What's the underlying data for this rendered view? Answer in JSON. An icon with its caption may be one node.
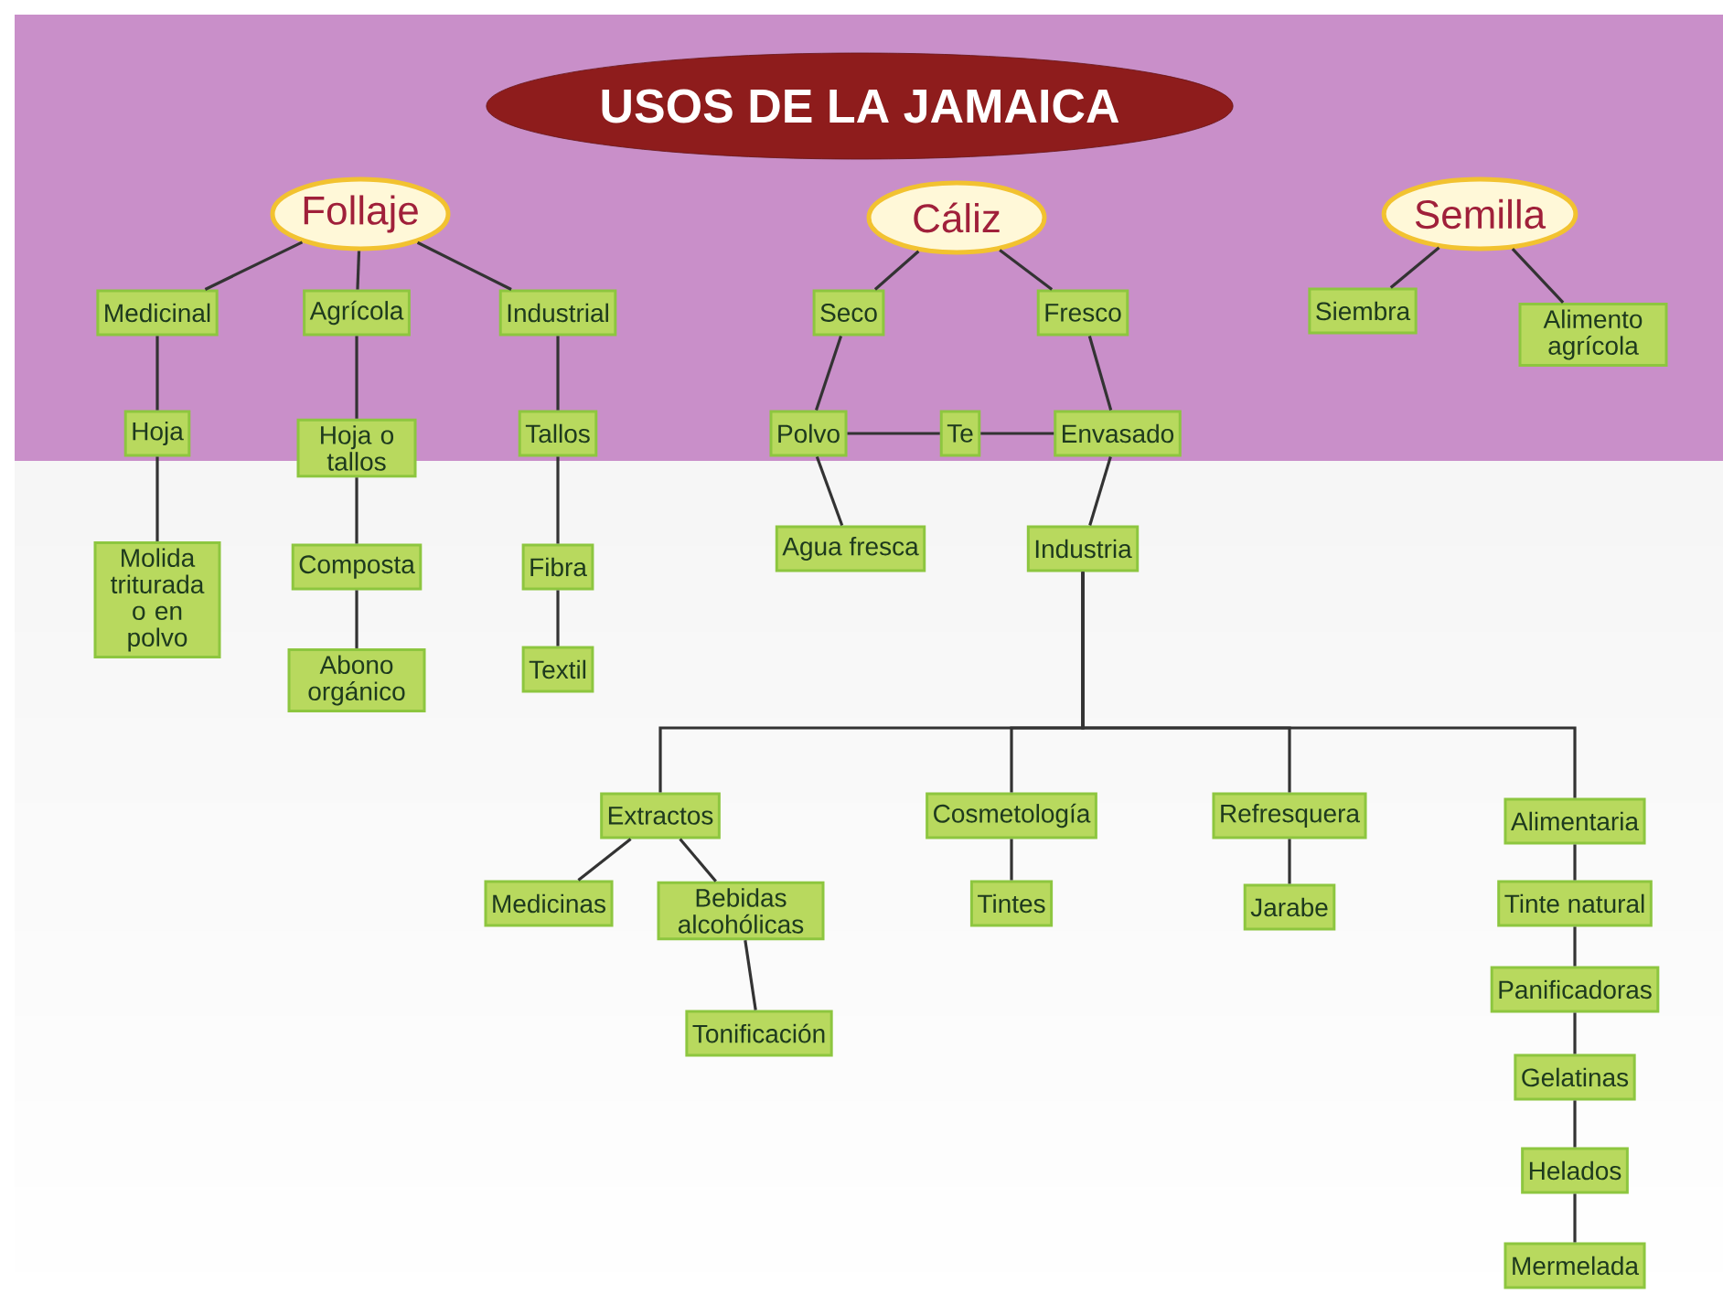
{
  "diagram": {
    "title": "USOS DE LA JAMAICA",
    "nodes": [
      {
        "text": [
          "Follaje"
        ]
      },
      {
        "text": [
          "Medicinal"
        ]
      },
      {
        "text": [
          "Agrícola"
        ]
      },
      {
        "text": [
          "Industrial"
        ]
      },
      {
        "text": [
          "Hoja"
        ]
      },
      {
        "text": [
          "Hoja o tallos"
        ]
      },
      {
        "text": [
          "Tallos"
        ]
      },
      {
        "text": [
          "Molida triturada o en polvo"
        ]
      },
      {
        "text": [
          "Composta"
        ]
      },
      {
        "text": [
          "Fibra"
        ]
      },
      {
        "text": [
          "Abono orgánico"
        ]
      },
      {
        "text": [
          "Textil"
        ]
      },
      {
        "text": [
          "Cáliz"
        ]
      },
      {
        "text": [
          "Seco"
        ]
      },
      {
        "text": [
          "Fresco"
        ]
      },
      {
        "text": [
          "Polvo"
        ]
      },
      {
        "text": [
          "Te"
        ]
      },
      {
        "text": [
          "Envasado"
        ]
      },
      {
        "text": [
          "Agua fresca"
        ]
      },
      {
        "text": [
          "Industria"
        ]
      },
      {
        "text": [
          "Extractos"
        ]
      },
      {
        "text": [
          "Cosmetología"
        ]
      },
      {
        "text": [
          "Refresquera"
        ]
      },
      {
        "text": [
          "Alimentaria"
        ]
      },
      {
        "text": [
          "Medicinas"
        ]
      },
      {
        "text": [
          "Bebidas alcohólicas"
        ]
      },
      {
        "text": [
          "Tonificación"
        ]
      },
      {
        "text": [
          "Tintes"
        ]
      },
      {
        "text": [
          "Jarabe"
        ]
      },
      {
        "text": [
          "Tinte natural"
        ]
      },
      {
        "text": [
          "Panificadoras"
        ]
      },
      {
        "text": [
          "Gelatinas"
        ]
      },
      {
        "text": [
          "Helados"
        ]
      },
      {
        "text": [
          "Mermelada"
        ]
      },
      {
        "text": [
          "Semilla"
        ]
      },
      {
        "text": [
          "Siembra"
        ]
      },
      {
        "text": [
          "Alimento agrícola"
        ]
      }
    ],
    "edges": [
      {
        "from": 0,
        "to": 1,
        "arrow": "none"
      },
      {
        "from": 0,
        "to": 2,
        "arrow": "none"
      },
      {
        "from": 0,
        "to": 3,
        "arrow": "none"
      },
      {
        "from": 1,
        "to": 4,
        "arrow": "none"
      },
      {
        "from": 4,
        "to": 7,
        "arrow": "none"
      },
      {
        "from": 2,
        "to": 5,
        "arrow": "none"
      },
      {
        "from": 5,
        "to": 8,
        "arrow": "none"
      },
      {
        "from": 8,
        "to": 10,
        "arrow": "none"
      },
      {
        "from": 3,
        "to": 6,
        "arrow": "none"
      },
      {
        "from": 6,
        "to": 9,
        "arrow": "none"
      },
      {
        "from": 9,
        "to": 11,
        "arrow": "none"
      },
      {
        "from": 12,
        "to": 13,
        "arrow": "none"
      },
      {
        "from": 12,
        "to": 14,
        "arrow": "none"
      },
      {
        "from": 13,
        "to": 15,
        "arrow": "none"
      },
      {
        "from": 15,
        "to": 16,
        "arrow": "none"
      },
      {
        "from": 16,
        "to": 17,
        "arrow": "none"
      },
      {
        "from": 14,
        "to": 17,
        "arrow": "none"
      },
      {
        "from": 15,
        "to": 18,
        "arrow": "none"
      },
      {
        "from": 17,
        "to": 19,
        "arrow": "none"
      },
      {
        "from": 19,
        "to": 20,
        "arrow": "none"
      },
      {
        "from": 19,
        "to": 21,
        "arrow": "none"
      },
      {
        "from": 19,
        "to": 22,
        "arrow": "none"
      },
      {
        "from": 19,
        "to": 23,
        "arrow": "none"
      },
      {
        "from": 20,
        "to": 24,
        "arrow": "none"
      },
      {
        "from": 20,
        "to": 25,
        "arrow": "none"
      },
      {
        "from": 25,
        "to": 26,
        "arrow": "none"
      },
      {
        "from": 21,
        "to": 27,
        "arrow": "none"
      },
      {
        "from": 22,
        "to": 28,
        "arrow": "none"
      },
      {
        "from": 23,
        "to": 29,
        "arrow": "none"
      },
      {
        "from": 29,
        "to": 30,
        "arrow": "none"
      },
      {
        "from": 30,
        "to": 31,
        "arrow": "none"
      },
      {
        "from": 31,
        "to": 32,
        "arrow": "none"
      },
      {
        "from": 32,
        "to": 33,
        "arrow": "none"
      },
      {
        "from": 34,
        "to": 35,
        "arrow": "none"
      },
      {
        "from": 34,
        "to": 36,
        "arrow": "none"
      }
    ]
  }
}
